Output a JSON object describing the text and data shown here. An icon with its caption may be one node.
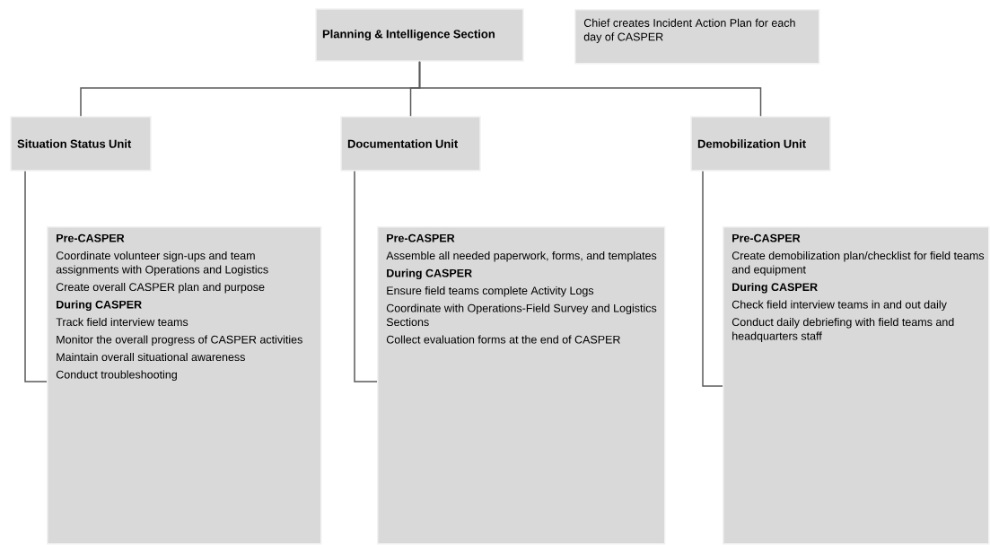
{
  "diagram": {
    "nodes": [
      {
        "text": [
          "Planning & Intelligence Section"
        ]
      },
      {
        "text": [
          "Chief creates Incident Action Plan for each day of CASPER"
        ]
      },
      {
        "text": [
          "Situation Status Unit"
        ]
      },
      {
        "text": [
          "Documentation Unit"
        ]
      },
      {
        "text": [
          "Demobilization Unit"
        ]
      },
      {
        "text": [
          "Pre-CASPER",
          "Coordinate volunteer sign-ups and team assignments with Operations and Logistics",
          "Create overall CASPER plan and purpose",
          "During CASPER",
          "Track field interview teams",
          "Monitor the overall progress of CASPER activities",
          "Maintain overall situational awareness",
          "Conduct troubleshooting"
        ]
      },
      {
        "text": [
          "Pre-CASPER",
          "Assemble all needed paperwork, forms, and templates",
          "During CASPER",
          "Ensure field teams complete Activity Logs",
          "Coordinate with Operations-Field Survey and Logistics Sections",
          "Collect evaluation forms at the end of CASPER"
        ]
      },
      {
        "text": [
          "Pre-CASPER",
          "Create demobilization plan/checklist for field teams and equipment",
          "During CASPER",
          "Check field interview teams in and out daily",
          "Conduct daily debriefing with field teams and headquarters staff"
        ]
      }
    ],
    "edges": [
      {
        "from": 0,
        "to": 2,
        "arrow": "none"
      },
      {
        "from": 0,
        "to": 3,
        "arrow": "none"
      },
      {
        "from": 0,
        "to": 4,
        "arrow": "none"
      },
      {
        "from": 2,
        "to": 5,
        "arrow": "none"
      },
      {
        "from": 3,
        "to": 6,
        "arrow": "none"
      },
      {
        "from": 4,
        "to": 7,
        "arrow": "none"
      }
    ]
  }
}
